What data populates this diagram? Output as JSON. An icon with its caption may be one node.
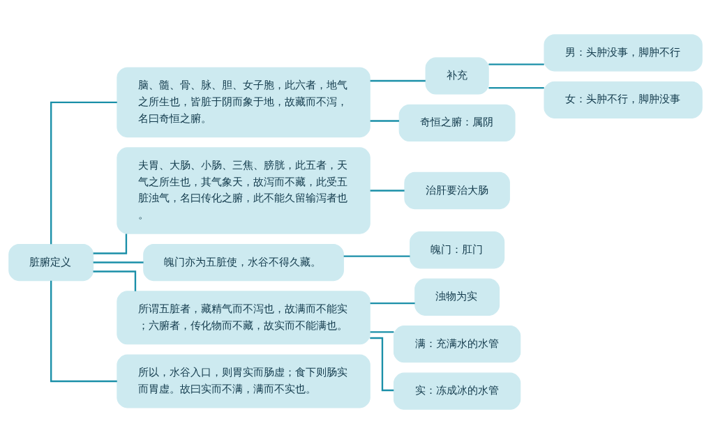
{
  "diagram": {
    "nodes": [
      {
        "text": [
          "脏腑定义"
        ]
      },
      {
        "text": [
          "脑、髓、骨、脉、胆、女子胞，此六者，地气之所生也，皆脏于阴而象于地，故藏而不泻，名曰奇恒之腑。"
        ]
      },
      {
        "text": [
          "补充"
        ]
      },
      {
        "text": [
          "男：头肿没事，脚肿不行"
        ]
      },
      {
        "text": [
          "女：头肿不行，脚肿没事"
        ]
      },
      {
        "text": [
          "奇恒之腑：属阴"
        ]
      },
      {
        "text": [
          "夫胃、大肠、小肠、三焦、膀胱，此五者，天气之所生也，其气象天，故泻而不藏，此受五脏浊气，名曰传化之腑，此不能久留输泻者也。"
        ]
      },
      {
        "text": [
          "治肝要治大肠"
        ]
      },
      {
        "text": [
          "魄门亦为五脏使，水谷不得久藏。"
        ]
      },
      {
        "text": [
          "魄门：肛门"
        ]
      },
      {
        "text": [
          "所谓五脏者，藏精气而不泻也，故满而不能实；六腑者，传化物而不藏，故实而不能满也。"
        ]
      },
      {
        "text": [
          "浊物为实"
        ]
      },
      {
        "text": [
          "满：充满水的水管"
        ]
      },
      {
        "text": [
          "实：冻成冰的水管"
        ]
      },
      {
        "text": [
          "所以，水谷入口，则胃实而肠虚；食下则肠实而胃虚。故曰实而不满，满而不实也。"
        ]
      }
    ],
    "edges": [
      {
        "from": 0,
        "to": 1,
        "arrow": "none"
      },
      {
        "from": 1,
        "to": 2,
        "arrow": "none"
      },
      {
        "from": 2,
        "to": 3,
        "arrow": "none"
      },
      {
        "from": 2,
        "to": 4,
        "arrow": "none"
      },
      {
        "from": 1,
        "to": 5,
        "arrow": "none"
      },
      {
        "from": 0,
        "to": 6,
        "arrow": "none"
      },
      {
        "from": 6,
        "to": 7,
        "arrow": "none"
      },
      {
        "from": 0,
        "to": 8,
        "arrow": "none"
      },
      {
        "from": 8,
        "to": 9,
        "arrow": "none"
      },
      {
        "from": 0,
        "to": 10,
        "arrow": "none"
      },
      {
        "from": 10,
        "to": 11,
        "arrow": "none"
      },
      {
        "from": 10,
        "to": 12,
        "arrow": "none"
      },
      {
        "from": 10,
        "to": 13,
        "arrow": "none"
      },
      {
        "from": 0,
        "to": 14,
        "arrow": "none"
      }
    ]
  }
}
